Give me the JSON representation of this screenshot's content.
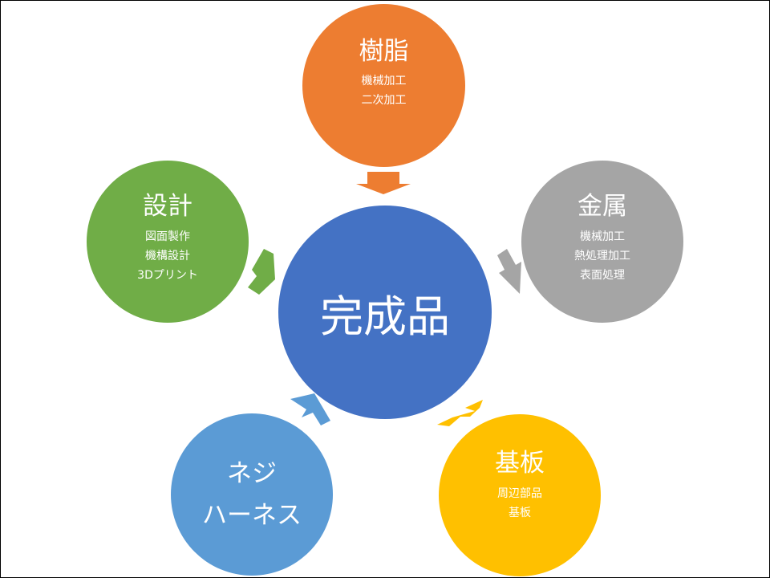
{
  "colors": {
    "center": "#4472c4",
    "resin": "#ed7d31",
    "metal": "#a5a5a5",
    "design": "#70ad47",
    "harness": "#5b9bd5",
    "board": "#ffc000"
  },
  "center": {
    "label": "完成品"
  },
  "resin": {
    "title": "樹脂",
    "items": [
      "機械加工",
      "二次加工"
    ]
  },
  "metal": {
    "title": "金属",
    "items": [
      "機械加工",
      "熱処理加工",
      "表面処理"
    ]
  },
  "design": {
    "title": "設計",
    "items": [
      "図面製作",
      "機構設計",
      "3Dプリント"
    ]
  },
  "harness": {
    "title_lines": [
      "ネジ",
      "ハーネス"
    ]
  },
  "board": {
    "title": "基板",
    "items": [
      "周辺部品",
      "基板"
    ]
  }
}
